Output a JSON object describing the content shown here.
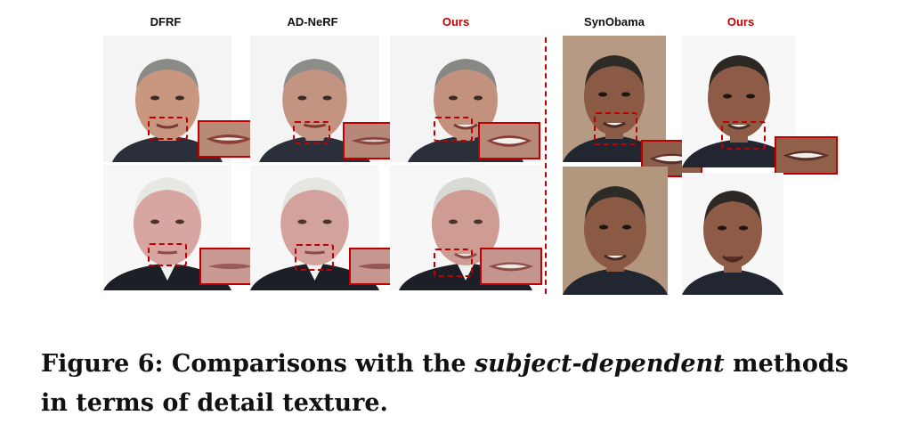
{
  "figure": {
    "column_labels_left": [
      {
        "text": "DFRF",
        "color": "#111111"
      },
      {
        "text": "AD-NeRF",
        "color": "#111111"
      },
      {
        "text": "Ours",
        "color": "#c00000"
      }
    ],
    "column_labels_right": [
      {
        "text": "SynObama",
        "color": "#111111"
      },
      {
        "text": "Ours",
        "color": "#c00000"
      }
    ],
    "highlight_color": "#c00000",
    "caption": {
      "prefix": "Figure 6: Comparisons with the ",
      "emphasis": "subject-dependent",
      "suffix_line1": " methods",
      "line2": "in terms of detail texture."
    }
  }
}
